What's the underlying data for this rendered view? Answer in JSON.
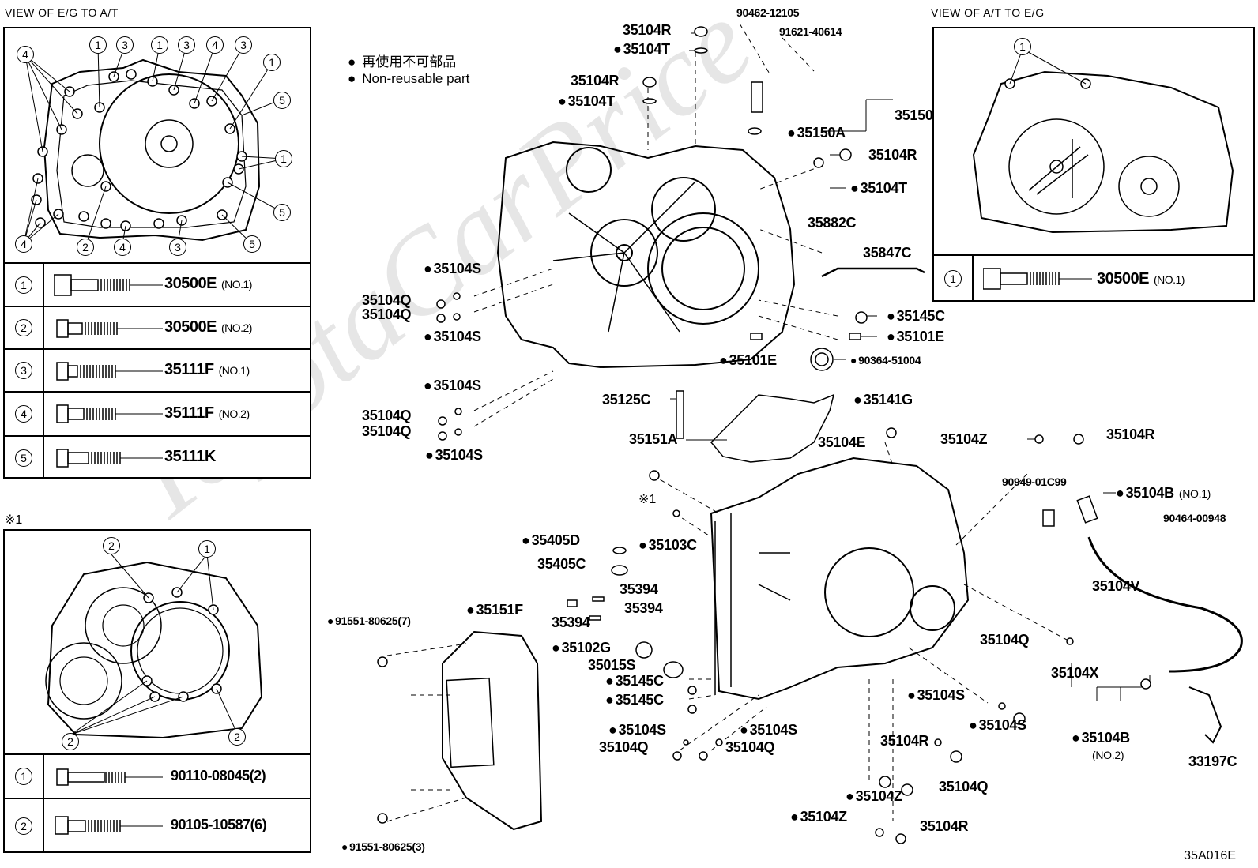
{
  "views": {
    "eg_to_at": "VIEW OF E/G TO A/T",
    "at_to_eg": "VIEW OF A/T TO E/G",
    "note_mark": "※1"
  },
  "legend": {
    "jp": "再使用不可部品",
    "en": "Non-reusable part"
  },
  "bolt_table_left": [
    {
      "num": "1",
      "part": "30500E",
      "note": "(NO.1)"
    },
    {
      "num": "2",
      "part": "30500E",
      "note": "(NO.2)"
    },
    {
      "num": "3",
      "part": "35111F",
      "note": "(NO.1)"
    },
    {
      "num": "4",
      "part": "35111F",
      "note": "(NO.2)"
    },
    {
      "num": "5",
      "part": "35111K",
      "note": ""
    }
  ],
  "bolt_table_right": [
    {
      "num": "1",
      "part": "30500E",
      "note": "(NO.1)"
    }
  ],
  "bolt_table_note": [
    {
      "num": "1",
      "part": "90110-08045(2)"
    },
    {
      "num": "2",
      "part": "90105-10587(6)"
    }
  ],
  "callout_numbers": [
    "1",
    "2",
    "3",
    "4",
    "5"
  ],
  "labels": {
    "p35104R_a": "35104R",
    "p35104T_a": "35104T",
    "p35104R_b": "35104R",
    "p35104T_b": "35104T",
    "p90462": "90462-12105",
    "p91621": "91621-40614",
    "p35150": "35150",
    "p35150A": "35150A",
    "p35104R_c": "35104R",
    "p35104T_c": "35104T",
    "p35882C": "35882C",
    "p35847C": "35847C",
    "p35104S_a": "35104S",
    "p35104Q_a": "35104Q",
    "p35104Q_b": "35104Q",
    "p35104S_b": "35104S",
    "p35145C_a": "35145C",
    "p35101E_a": "35101E",
    "p35101E_b": "35101E",
    "p90364": "90364-51004",
    "p35104S_c": "35104S",
    "p35104Q_c": "35104Q",
    "p35104Q_d": "35104Q",
    "p35104S_d": "35104S",
    "p35125C": "35125C",
    "p35141G": "35141G",
    "p35151A": "35151A",
    "p35104E": "35104E",
    "p35104Z_a": "35104Z",
    "p35104R_d": "35104R",
    "p90949": "90949-01C99",
    "p35104B1": "35104B",
    "p35104B1_note": "(NO.1)",
    "p90464": "90464-00948",
    "p35104V": "35104V",
    "p35405D": "35405D",
    "p35103C": "35103C",
    "p35405C": "35405C",
    "p35394_a": "35394",
    "p35394_b": "35394",
    "p35394_c": "35394",
    "p91551_7": "91551-80625(7)",
    "p35151F": "35151F",
    "p35102G": "35102G",
    "p35015S": "35015S",
    "p35145C_b": "35145C",
    "p35145C_c": "35145C",
    "p35104S_e": "35104S",
    "p35104S_f": "35104S",
    "p35104Q_e": "35104Q",
    "p35104Q_f": "35104Q",
    "p35104Q_g": "35104Q",
    "p35104X": "35104X",
    "p35104S_g": "35104S",
    "p35104S_h": "35104S",
    "p35104R_e": "35104R",
    "p35104B2": "35104B",
    "p35104B2_note": "(NO.2)",
    "p33197C": "33197C",
    "p35104Q_h": "35104Q",
    "p35104Z_b": "35104Z",
    "p35104Z_c": "35104Z",
    "p35104R_f": "35104R",
    "p91551_3": "91551-80625(3)"
  },
  "watermark": "ToyotaCarPrice",
  "figure_code": "35A016E"
}
